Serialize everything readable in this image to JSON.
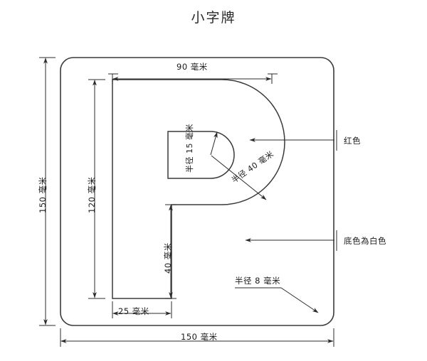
{
  "title": "小字牌",
  "drawing": {
    "name": "parking-sign-plate-dimensioned-drawing",
    "units_suffix": "毫米",
    "line_color": "#3a3a3a",
    "plate_fill": "#ffffff"
  },
  "dimensions": {
    "overall_height": "150 毫米",
    "overall_width": "150 毫米",
    "letter_width": "90 毫米",
    "letter_height": "120 毫米",
    "stem_width": "25 毫米",
    "stem_lower_height": "40 毫米"
  },
  "radii": {
    "inner_counter": "半径 15 毫米",
    "outer_bowl": "半径 40 毫米",
    "corner": "半径 8 毫米"
  },
  "radius_parts": {
    "inner_label": "半径",
    "inner_value": "15",
    "inner_unit": "毫米",
    "outer_label": "半径",
    "outer_value": "40",
    "outer_unit": "毫米"
  },
  "annotations": {
    "letter_color": "红色",
    "background_color": "底色為白色"
  }
}
